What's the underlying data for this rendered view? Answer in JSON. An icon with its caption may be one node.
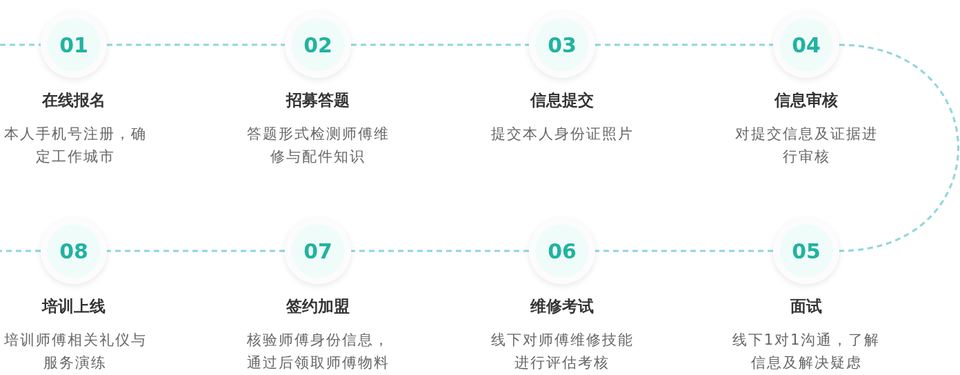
{
  "diagram": {
    "nodes": [
      {
        "text": [
          "01"
        ],
        "beside": [
          "在线报名",
          "本人手机号注册，确定工作城市"
        ]
      },
      {
        "text": [
          "02"
        ],
        "beside": [
          "招募答题",
          "答题形式检测师傅维修与配件知识"
        ]
      },
      {
        "text": [
          "03"
        ],
        "beside": [
          "信息提交",
          "提交本人身份证照片"
        ]
      },
      {
        "text": [
          "04"
        ],
        "beside": [
          "信息审核",
          "对提交信息及证据进行审核"
        ]
      },
      {
        "text": [
          "05"
        ],
        "beside": [
          "面试",
          "线下1对1沟通，了解信息及解决疑虑"
        ]
      },
      {
        "text": [
          "06"
        ],
        "beside": [
          "维修考试",
          "线下对师傅维修技能进行评估考核"
        ]
      },
      {
        "text": [
          "07"
        ],
        "beside": [
          "签约加盟",
          "核验师傅身份信息，通过后领取师傅物料"
        ]
      },
      {
        "text": [
          "08"
        ],
        "beside": [
          "培训上线",
          "培训师傅相关礼仪与服务演练"
        ]
      }
    ],
    "edges": [
      {
        "from": null,
        "to": 0,
        "arrow": "none",
        "style": "dashed"
      },
      {
        "from": 0,
        "to": 1,
        "arrow": "none",
        "style": "dashed"
      },
      {
        "from": 1,
        "to": 2,
        "arrow": "none",
        "style": "dashed"
      },
      {
        "from": 2,
        "to": 3,
        "arrow": "none",
        "style": "dashed"
      },
      {
        "from": 3,
        "to": 4,
        "arrow": "none",
        "style": "dashed"
      },
      {
        "from": 4,
        "to": 5,
        "arrow": "none",
        "style": "dashed"
      },
      {
        "from": 5,
        "to": 6,
        "arrow": "none",
        "style": "dashed"
      },
      {
        "from": 6,
        "to": 7,
        "arrow": "none",
        "style": "dashed"
      },
      {
        "from": 7,
        "to": null,
        "arrow": "none",
        "style": "dashed"
      }
    ]
  }
}
